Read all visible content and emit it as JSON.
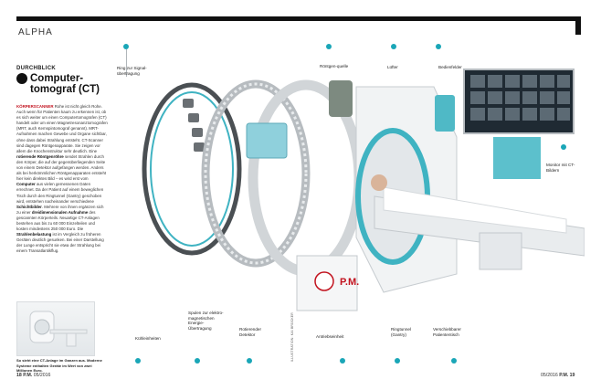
{
  "header": {
    "section": "ALPHA"
  },
  "article": {
    "kicker": "DURCHBLICK",
    "title": "Computer-tomograf (CT)",
    "body": [
      {
        "t": "KÖRPERSCANNER ",
        "s": "lead"
      },
      {
        "t": "Rohe ist nicht gleich Rohe. Auch wenn für Patienten kaum zu erkennen ist, ob es sich weiter um einen Computertomografen (CT) handelt oder um einen Magnetresonanztomografen (MRT, auch Kernspintomograf genannt). MRT-Aufnahmen machen Gewebe und Organe sichtbar, ohne dass dabei Strahlung entsteht. CT-Scanner sind dagegen Röntgenapparate. Sie zeigen vor allem die Knochenstruktur sehr deutlich. Eine ",
        "s": ""
      },
      {
        "t": "rotierende Röntgenröhre",
        "s": "bold"
      },
      {
        "t": " sendet Strahlen durch den Körper, die auf der gegenüberliegenden Seite von einem Detektor aufgefangen werden. Anders als bei herkömmlichen Röntgenapparaten entsteht hier kein direktes Bild – es wird erst vom ",
        "s": ""
      },
      {
        "t": "Computer",
        "s": "bold"
      },
      {
        "t": " aus vielen gemessenen Daten errechnet. Da der Patient auf einem beweglichen Tisch durch den Ringtunnel (Gantry) geschoben wird, entstehen nacheinander verschiedene ",
        "s": ""
      },
      {
        "t": "Schichtbilder",
        "s": "bold"
      },
      {
        "t": ". Mehrere von ihnen ergänzen sich zu einer ",
        "s": ""
      },
      {
        "t": "dreidimensionalen Aufnahme",
        "s": "bold"
      },
      {
        "t": " des gescannten Körperteils. Neuartige CT-Anlagen bestehen aus bis zu 60 000 Einzelteilen und kosten mindestens 250 000 Euro. Die ",
        "s": ""
      },
      {
        "t": "Strahlenbelastung",
        "s": "bold"
      },
      {
        "t": " ist im Vergleich zu früheren Geräten deutlich gesunken. Bei einer Darstellung der Lunge entspricht sie etwa der Strahlung bei einem Transatlantikflug.",
        "s": ""
      }
    ],
    "thumb_caption": "So sieht eine CT-Anlage im Ganzen aus. Moderne Systeme enthalten Geräte im Wert von zwei Millionen Euro."
  },
  "labels": {
    "ring": "Ring zur Signal-übertragung",
    "roentgen": "Röntgen-quelle",
    "luefter": "Lüfter",
    "bedienfelder": "Bedienfelder",
    "monitor": "Monitor mit CT-Bildern",
    "kuehl": "Kühleinheiten",
    "spulen": "Spulen zur elektro-magnetischen Energie-Übertragung",
    "detektor": "Rotierender Detektor",
    "antrieb": "Antriebseinheit",
    "ringtunnel": "Ringtunnel (Gantry)",
    "liege": "Verschiebbarer Patiententisch"
  },
  "credit": "ILLUSTRATION: KAI BRÜCKER",
  "brand": "P.M.",
  "footer": {
    "left_page": "18",
    "left_brand": "P.M.",
    "left_issue": "05/2016",
    "right_issue": "05/2016",
    "right_brand": "P.M.",
    "right_page": "19"
  },
  "colors": {
    "accent": "#1aa6b7",
    "lead_red": "#c2131f"
  }
}
